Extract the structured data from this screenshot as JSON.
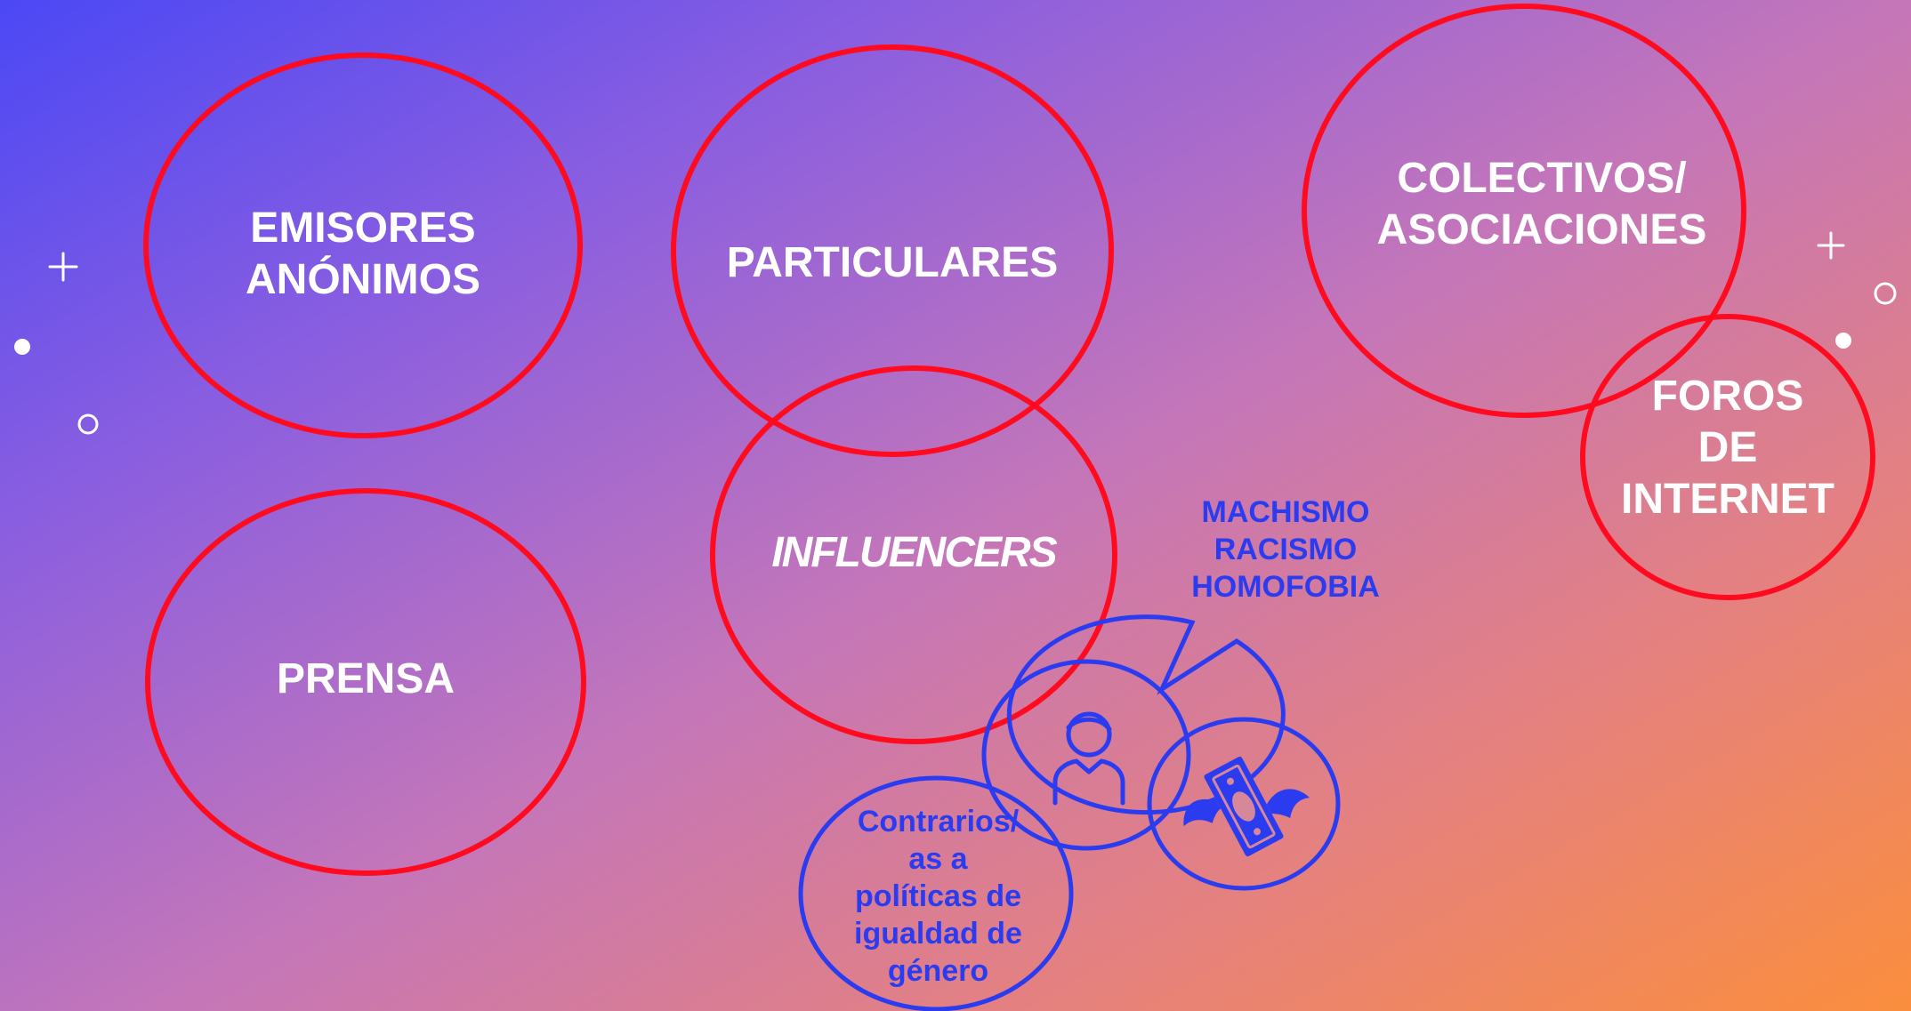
{
  "colors": {
    "circle_stroke_red": "#ff0a1e",
    "circle_stroke_blue": "#2b3cf0",
    "label_white": "#ffffff",
    "label_blue": "#2b3cf0",
    "background_start": "#4b48f5",
    "background_end": "#fb8e3d"
  },
  "nodes": {
    "emisores": "EMISORES\nANÓNIMOS",
    "particulares": "PARTICULARES",
    "colectivos": "COLECTIVOS/\nASOCIACIONES",
    "foros": "FOROS\nDE\nINTERNET",
    "influencers": "INFLUENCERS",
    "prensa": "PRENSA"
  },
  "influencer_detail": {
    "speech_bubble": "MACHISMO\nRACISMO\nHOMOFOBIA",
    "contrarios": "Contrarios/\nas a\npolíticas de\nigualdad de\ngénero",
    "person_icon": "person-icon",
    "money_icon": "flying-money-icon"
  },
  "decorations": [
    "plus-icon",
    "dot-icon",
    "ring-icon"
  ]
}
